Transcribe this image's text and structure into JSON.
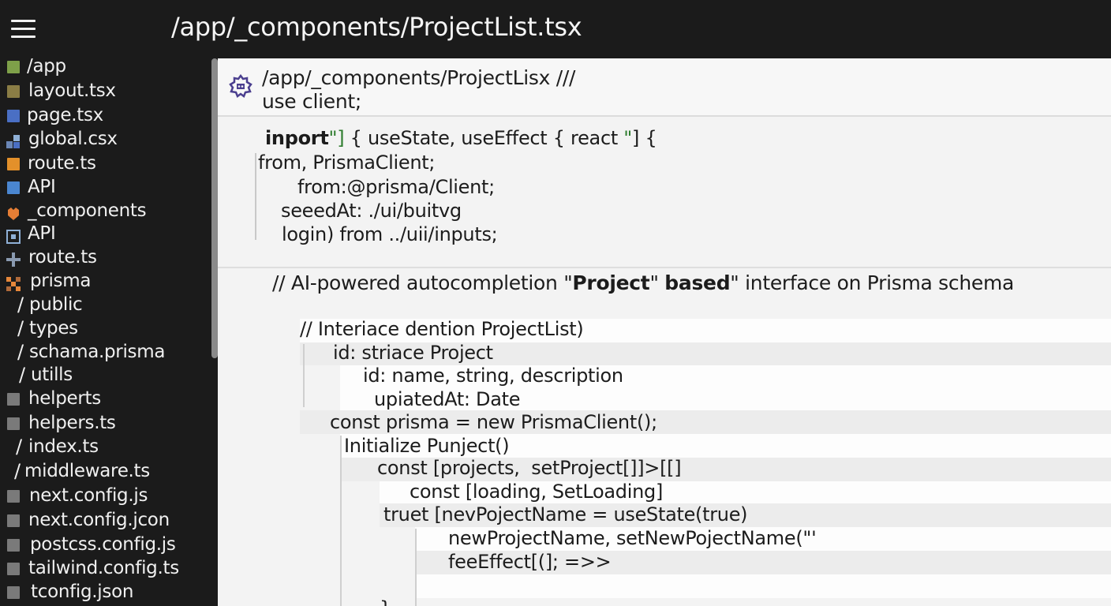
{
  "window": {
    "title": "/app/_components/ProjectList.tsx",
    "menu_icon": "hamburger-menu-icon"
  },
  "sidebar": {
    "items": [
      {
        "label": "/app",
        "icon": "folder-icon",
        "color": "#7ea049"
      },
      {
        "label": "layout.tsx",
        "icon": "file-icon",
        "color": "#8a7d45"
      },
      {
        "label": "page.tsx",
        "icon": "file-icon",
        "color": "#4a6fc4"
      },
      {
        "label": "global.csx",
        "icon": "puzzle-icon",
        "color": "#6a86b5"
      },
      {
        "label": "route.ts",
        "icon": "file-icon",
        "color": "#e3902a"
      },
      {
        "label": "API",
        "icon": "file-icon",
        "color": "#4a86d0"
      },
      {
        "label": "_components",
        "icon": "component-icon",
        "color": "#e67e35"
      },
      {
        "label": "API",
        "icon": "box-icon",
        "color": "#8fb0d6"
      },
      {
        "label": "route.ts",
        "icon": "plus-icon",
        "color": "#8a9ab0"
      },
      {
        "label": "prisma",
        "icon": "grid-icon",
        "color": "#e6873a"
      },
      {
        "label": "public",
        "icon": "slash"
      },
      {
        "label": "types",
        "icon": "slash"
      },
      {
        "label": "schama.prisma",
        "icon": "slash"
      },
      {
        "label": "utills",
        "icon": "slash"
      },
      {
        "label": "helperts",
        "icon": "file-icon",
        "color": "#7a7a7a"
      },
      {
        "label": "helpers.ts",
        "icon": "file-icon",
        "color": "#7a7a7a"
      },
      {
        "label": "index.ts",
        "icon": "slash"
      },
      {
        "label": "middleware.ts",
        "icon": "slash"
      },
      {
        "label": "next.config.js",
        "icon": "file-icon",
        "color": "#7a7a7a"
      },
      {
        "label": "next.config.jcon",
        "icon": "file-icon",
        "color": "#7a7a7a"
      },
      {
        "label": "postcss.config.js",
        "icon": "file-icon",
        "color": "#7a7a7a"
      },
      {
        "label": "tailwind.config.ts",
        "icon": "file-icon",
        "color": "#7a7a7a"
      },
      {
        "label": "tconfig.json",
        "icon": "file-icon",
        "color": "#7a7a7a"
      }
    ]
  },
  "editor": {
    "header": {
      "icon": "settings-robot-icon",
      "line1": "/app/_components/ProjectLisx  ///",
      "line2": "use client;"
    },
    "imports": {
      "line1_a": "inport",
      "line1_b": "\"]",
      "line1_c": " { useState, useEffect { react ",
      "line1_d": "\"",
      "line1_e": "] {",
      "line2": "from,  PrismaClient;",
      "line3": "from:@prisma/Client;",
      "line4": "seeedAt: ./ui/buitvg",
      "line5": "login) from ../uii/inputs;"
    },
    "comment": {
      "a": "// AI-powered autocompletion \"",
      "b": "Project",
      "c": "\" ",
      "d": "based",
      "e": "\" interface on Prisma schema"
    },
    "code": [
      "// Interiace dention ProjectList)",
      "id: striace Project",
      "id: name, string, description",
      "upiatedAt: Date",
      "const prisma = new PrismaClient();",
      "Initialize Punject()",
      "const [projects,  setProject[]]>[[]",
      "const [loading, SetLoading]",
      "truet [nevPojectName = useState(true)",
      "newProjectName, setNewPojectName(\"'",
      "feeEffect[(]; =>>",
      "}"
    ]
  }
}
